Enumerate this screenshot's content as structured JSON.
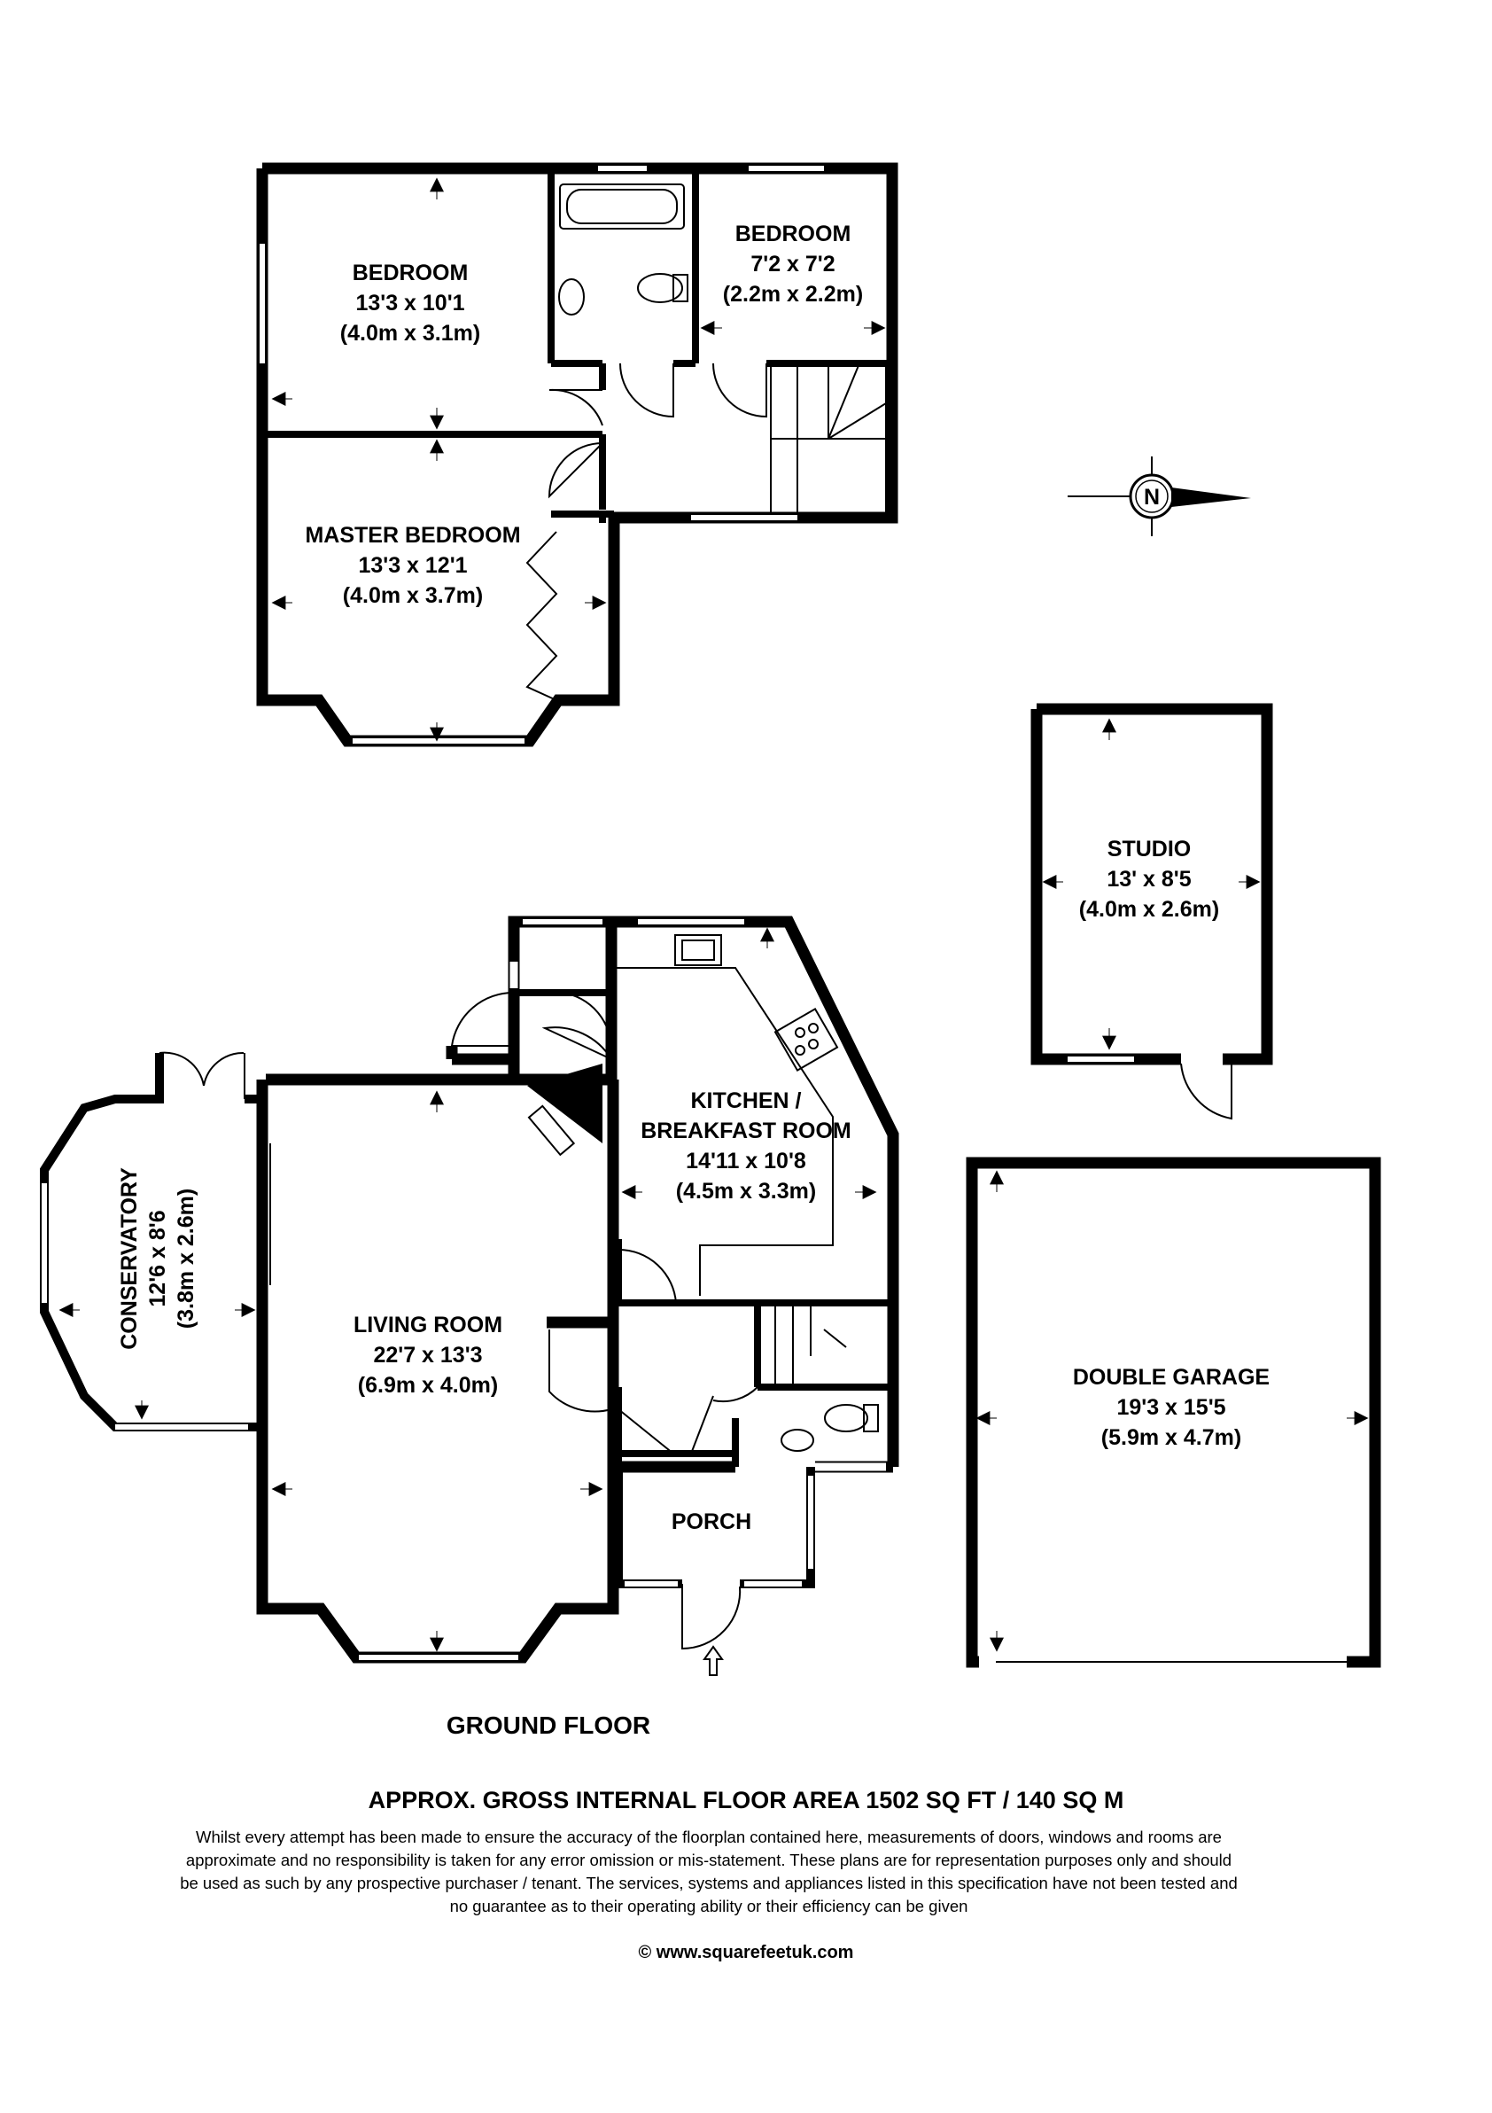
{
  "plan": {
    "floor_label": "GROUND FLOOR",
    "north_label": "N",
    "area_heading": "APPROX. GROSS INTERNAL FLOOR AREA 1502 SQ FT / 140 SQ M",
    "disclaimer": "Whilst every attempt has been made to ensure the accuracy of the floorplan contained here, measurements of doors, windows and rooms are approximate and no responsibility is taken for any error omission or mis-statement. These plans are for representation purposes only and should  be used as such by any prospective purchaser / tenant. The services, systems and appliances listed in this specification have not been tested and no guarantee as to their operating ability or their efficiency can be given",
    "copyright": "© www.squarefeetuk.com"
  },
  "rooms": {
    "bedroom1": {
      "name": "BEDROOM",
      "imperial": "13'3 x 10'1",
      "metric": "(4.0m x 3.1m)"
    },
    "bedroom2": {
      "name": "BEDROOM",
      "imperial": "7'2 x 7'2",
      "metric": "(2.2m x 2.2m)"
    },
    "master": {
      "name": "MASTER BEDROOM",
      "imperial": "13'3 x 12'1",
      "metric": "(4.0m x 3.7m)"
    },
    "studio": {
      "name": "STUDIO",
      "imperial": "13' x 8'5",
      "metric": "(4.0m x 2.6m)"
    },
    "kitchen": {
      "name_line1": "KITCHEN /",
      "name_line2": "BREAKFAST ROOM",
      "imperial": "14'11 x 10'8",
      "metric": "(4.5m x 3.3m)"
    },
    "conservatory": {
      "name": "CONSERVATORY",
      "imperial": "12'6 x 8'6",
      "metric": "(3.8m x 2.6m)"
    },
    "living": {
      "name": "LIVING ROOM",
      "imperial": "22'7 x 13'3",
      "metric": "(6.9m x 4.0m)"
    },
    "garage": {
      "name": "DOUBLE GARAGE",
      "imperial": "19'3 x 15'5",
      "metric": "(5.9m x 4.7m)"
    },
    "porch": {
      "name": "PORCH"
    }
  }
}
